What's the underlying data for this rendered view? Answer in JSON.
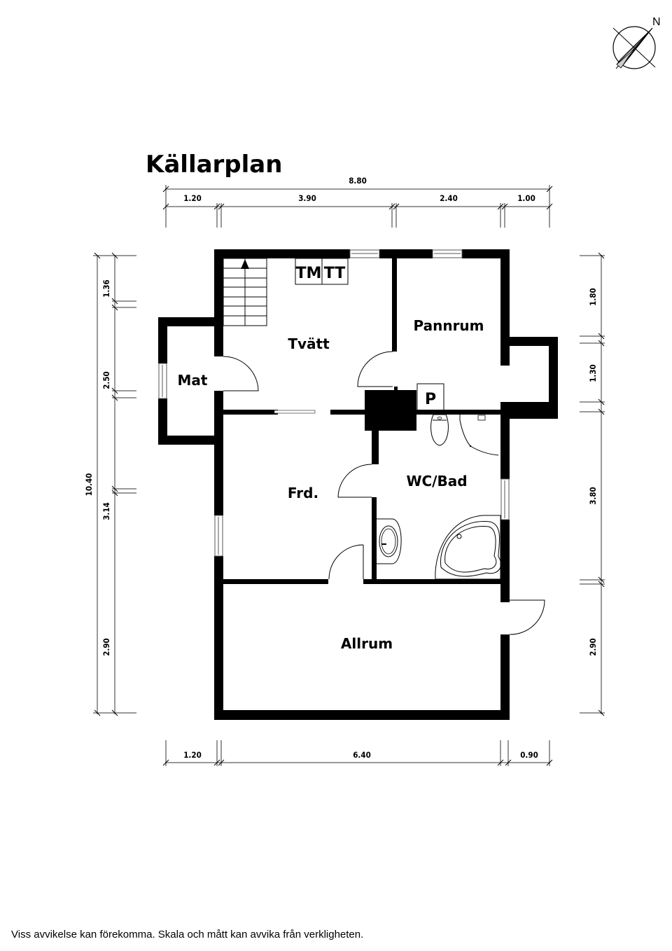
{
  "title": "Källarplan",
  "compass": {
    "label": "N"
  },
  "rooms": {
    "tvatt": "Tvätt",
    "mat": "Mat",
    "pannrum": "Pannrum",
    "frd": "Frd.",
    "wc_bad": "WC/Bad",
    "allrum": "Allrum"
  },
  "appliances": {
    "tm": "TM",
    "tt": "TT",
    "p": "P"
  },
  "dimensions": {
    "top_total": "8.80",
    "top": [
      "1.20",
      "3.90",
      "2.40",
      "1.00"
    ],
    "bottom": [
      "1.20",
      "6.40",
      "0.90"
    ],
    "left_total": "10.40",
    "left": [
      "1.36",
      "2.50",
      "3.14",
      "2.90"
    ],
    "right": [
      "1.80",
      "1.30",
      "3.80",
      "2.90"
    ]
  },
  "footer": "Viss avvikelse kan förekomma. Skala och mått kan avvika från verkligheten."
}
